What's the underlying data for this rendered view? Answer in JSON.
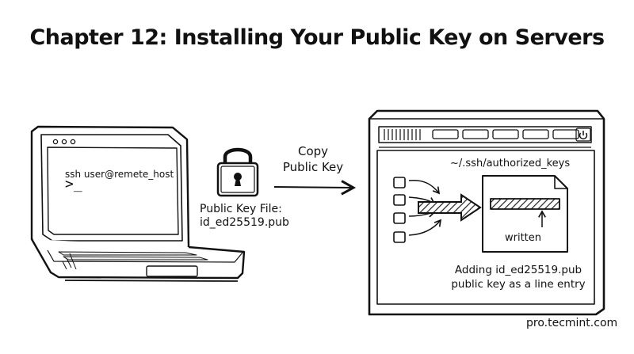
{
  "title": "Chapter 12: Installing Your Public Key on Servers",
  "laptop": {
    "terminal_command": "ssh user@remete_host",
    "prompt": ">_"
  },
  "lock": {
    "icon": "padlock-icon",
    "label_line1": "Public Key File:",
    "label_line2": "id_ed25519.pub"
  },
  "transfer": {
    "label_line1": "Copy",
    "label_line2": "Public Key"
  },
  "server": {
    "icon": "power-icon",
    "file_path": "~/.ssh/authorized_keys",
    "written_label": "written",
    "caption_line1": "Adding id_ed25519.pub",
    "caption_line2": "public key as a line entry"
  },
  "credit": "pro.tecmint.com"
}
